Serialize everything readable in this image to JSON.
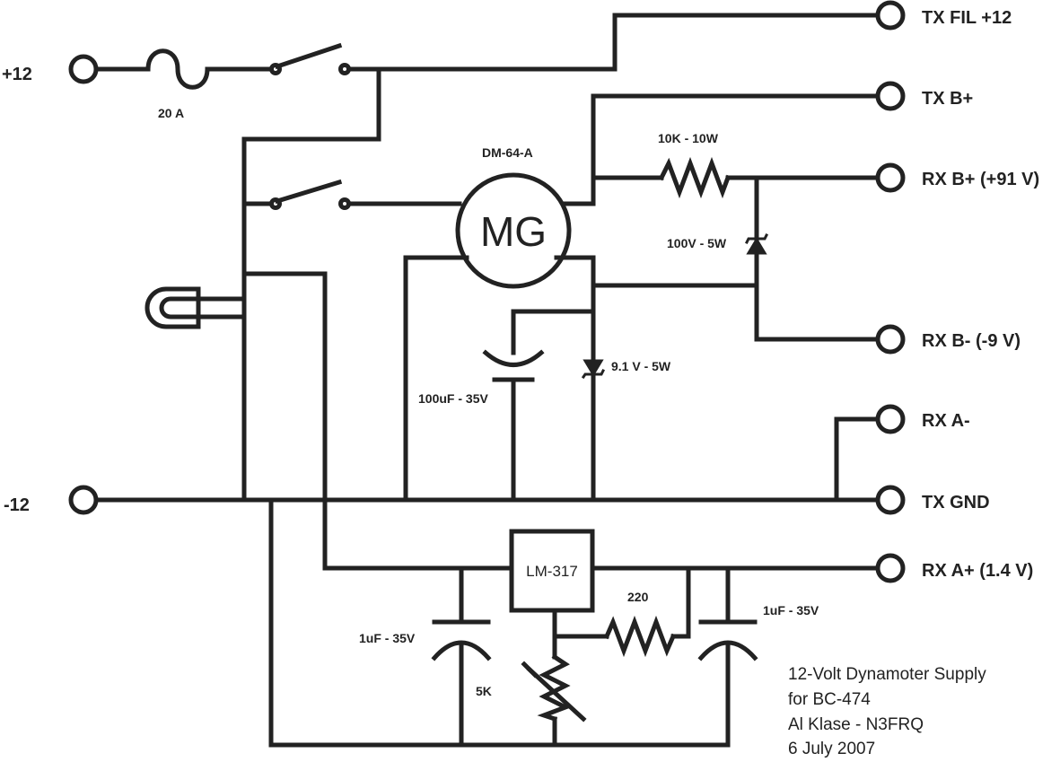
{
  "terminals": {
    "plus12": "+12",
    "minus12": "-12",
    "tx_fil": "TX FIL +12",
    "tx_bplus": "TX B+",
    "rx_bplus": "RX B+ (+91 V)",
    "rx_bminus": "RX B- (-9 V)",
    "rx_aminus": "RX A-",
    "tx_gnd": "TX GND",
    "rx_aplus": "RX A+ (1.4 V)"
  },
  "components": {
    "fuse": "20 A",
    "dynamotor_model": "DM-64-A",
    "motor": "MG",
    "resistor_10k": "10K - 10W",
    "zener_100v": "100V - 5W",
    "zener_9v": "9.1 V - 5W",
    "cap_100uf": "100uF - 35V",
    "regulator": "LM-317",
    "resistor_220": "220",
    "cap_1uf_in": "1uF - 35V",
    "cap_1uf_out": "1uF - 35V",
    "pot_5k": "5K"
  },
  "notes": {
    "line1": "12-Volt Dynamoter Supply",
    "line2": "for BC-474",
    "line3": "Al Klase - N3FRQ",
    "line4": "6 July 2007"
  }
}
